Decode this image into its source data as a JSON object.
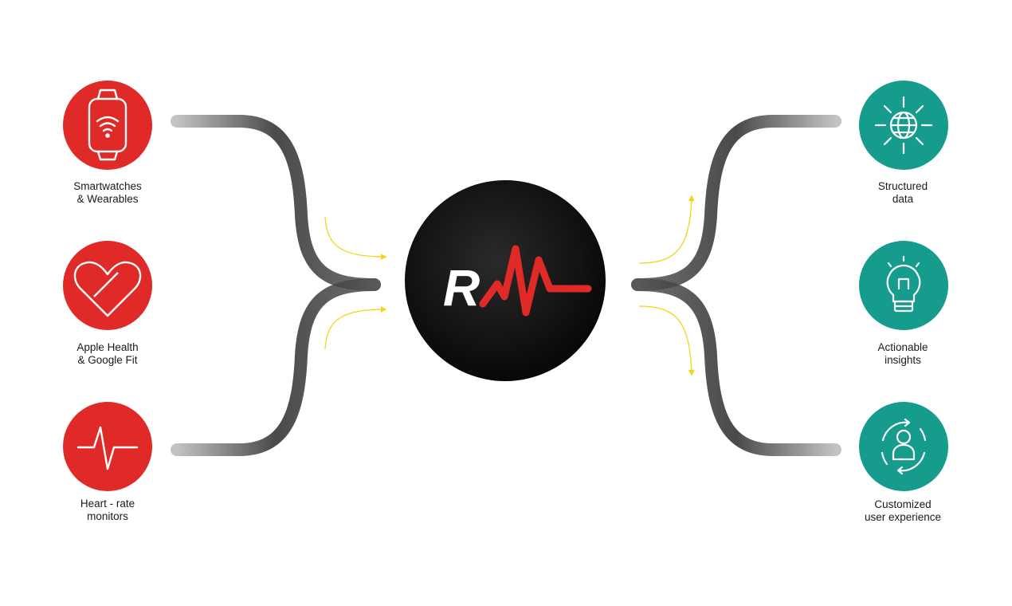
{
  "colors": {
    "source": "#e02a27",
    "output": "#159c8c",
    "hub": "#0d0d0d",
    "flow_arrow": "#f2d516",
    "connector": "#3a3a3a"
  },
  "hub": {
    "icon": "rm-logo",
    "logo_letter": "R"
  },
  "sources": [
    {
      "icon": "smartwatch-icon",
      "label": [
        "Smartwatches",
        "& Wearables"
      ]
    },
    {
      "icon": "heart-icon",
      "label": [
        "Apple Health",
        "& Google Fit"
      ]
    },
    {
      "icon": "heartbeat-icon",
      "label": [
        "Heart - rate",
        "monitors"
      ]
    }
  ],
  "outputs": [
    {
      "icon": "globe-icon",
      "label": [
        "Structured",
        "data"
      ]
    },
    {
      "icon": "lightbulb-icon",
      "label": [
        "Actionable",
        "insights"
      ]
    },
    {
      "icon": "user-cycle-icon",
      "label": [
        "Customized",
        "user experience"
      ]
    }
  ]
}
